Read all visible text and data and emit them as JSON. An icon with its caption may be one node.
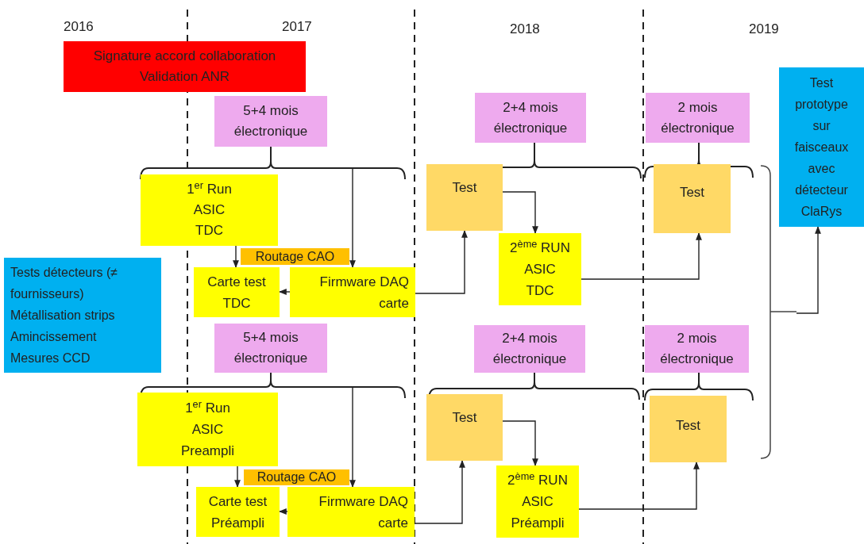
{
  "diagram": {
    "nodes": [
      {
        "text": [
          "Signature accord collaboration",
          "Validation ANR"
        ]
      },
      {
        "text": [
          "5+4 mois électronique"
        ]
      },
      {
        "text": [
          "2+4 mois électronique"
        ]
      },
      {
        "text": [
          "2 mois électronique"
        ]
      },
      {
        "text": [
          "Test prototype sur faisceaux avec détecteur ClaRys"
        ]
      },
      {
        "text": [
          "1$^{er}$ Run",
          "ASIC",
          "TDC"
        ]
      },
      {
        "text": [
          "Test"
        ]
      },
      {
        "text": [
          "Test"
        ]
      },
      {
        "text": [
          "Routage CAO"
        ]
      },
      {
        "text": [
          "Carte test",
          "TDC"
        ]
      },
      {
        "text": [
          "Firmware DAQ carte"
        ]
      },
      {
        "text": [
          "2$^{ème}$ RUN",
          "ASIC",
          "TDC"
        ]
      },
      {
        "text": [
          "Tests détecteurs (≠ fournisseurs)",
          "Métallisation strips",
          "Amincissement",
          "Mesures CCD"
        ]
      },
      {
        "text": [
          "5+4 mois électronique"
        ]
      },
      {
        "text": [
          "2+4 mois électronique"
        ]
      },
      {
        "text": [
          "2 mois électronique"
        ]
      },
      {
        "text": [
          "1$^{er}$ Run",
          "ASIC",
          "Preampli"
        ]
      },
      {
        "text": [
          "Test"
        ]
      },
      {
        "text": [
          "Test"
        ]
      },
      {
        "text": [
          "Routage CAO"
        ]
      },
      {
        "text": [
          "Carte test",
          "Préampli"
        ]
      },
      {
        "text": [
          "Firmware DAQ carte"
        ]
      },
      {
        "text": [
          "2$^{ème}$ RUN",
          "ASIC",
          "Préampli"
        ]
      },
      {
        "text": [],
        "shape": "bracket"
      }
    ],
    "edges": [
      {
        "from": 5,
        "to": 9,
        "arrow": "to"
      },
      {
        "from": 1,
        "to": 10,
        "arrow": "to"
      },
      {
        "from": 10,
        "to": 9,
        "arrow": "to"
      },
      {
        "from": 10,
        "to": 6,
        "arrow": "to"
      },
      {
        "from": 6,
        "to": 11,
        "arrow": "to"
      },
      {
        "from": 11,
        "to": 7,
        "arrow": "to"
      },
      {
        "from": 16,
        "to": 20,
        "arrow": "to"
      },
      {
        "from": 13,
        "to": 21,
        "arrow": "to"
      },
      {
        "from": 21,
        "to": 20,
        "arrow": "to"
      },
      {
        "from": 21,
        "to": 17,
        "arrow": "to"
      },
      {
        "from": 17,
        "to": 22,
        "arrow": "to"
      },
      {
        "from": 22,
        "to": 18,
        "arrow": "to"
      },
      {
        "from": 23,
        "to": 4,
        "arrow": "to"
      }
    ],
    "labels": [
      "2016",
      "2017",
      "2018",
      "2019"
    ]
  }
}
